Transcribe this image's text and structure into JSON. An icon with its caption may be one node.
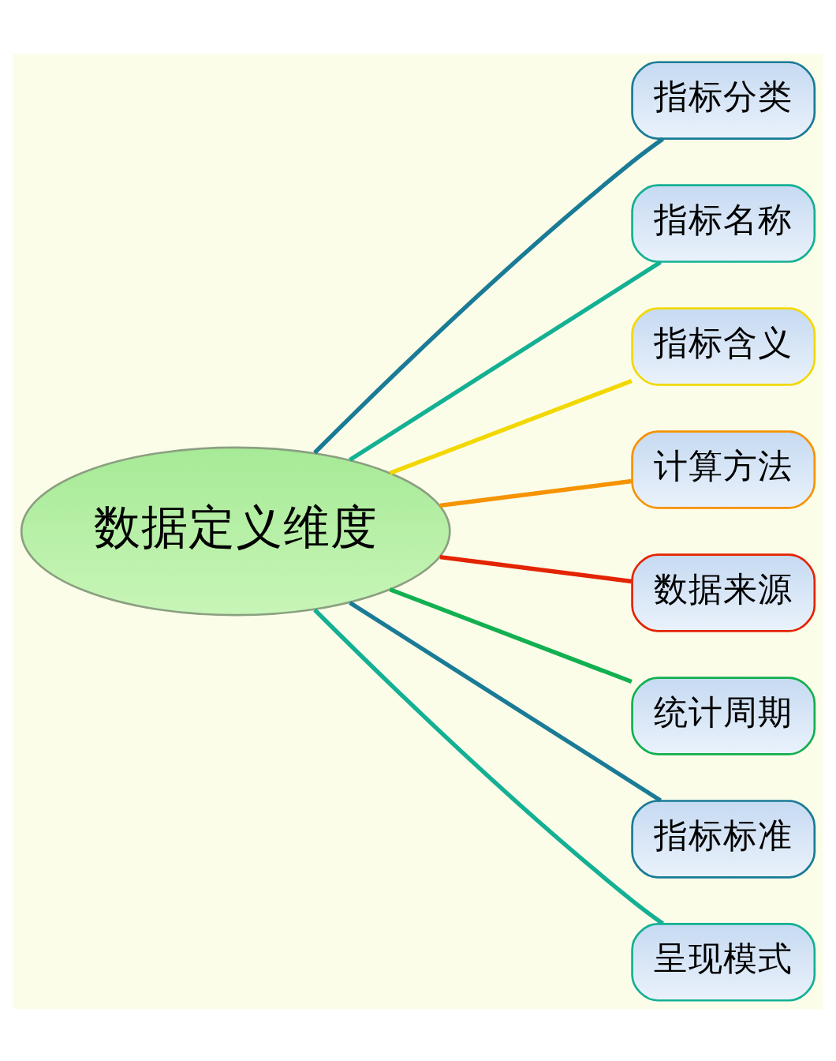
{
  "diagram": {
    "nodes": [
      {
        "text": [
          "数据定义维度"
        ]
      },
      {
        "text": [
          "指标分类"
        ]
      },
      {
        "text": [
          "指标名称"
        ]
      },
      {
        "text": [
          "指标含义"
        ]
      },
      {
        "text": [
          "计算方法"
        ]
      },
      {
        "text": [
          "数据来源"
        ]
      },
      {
        "text": [
          "统计周期"
        ]
      },
      {
        "text": [
          "指标标准"
        ]
      },
      {
        "text": [
          "呈现模式"
        ]
      }
    ],
    "edges": [
      {
        "from": 0,
        "to": 1,
        "arrow": "none",
        "color": "#1a7b96"
      },
      {
        "from": 0,
        "to": 2,
        "arrow": "none",
        "color": "#14b094"
      },
      {
        "from": 0,
        "to": 3,
        "arrow": "none",
        "color": "#f2d800"
      },
      {
        "from": 0,
        "to": 4,
        "arrow": "none",
        "color": "#f59300"
      },
      {
        "from": 0,
        "to": 5,
        "arrow": "none",
        "color": "#e32400"
      },
      {
        "from": 0,
        "to": 6,
        "arrow": "none",
        "color": "#12b050"
      },
      {
        "from": 0,
        "to": 7,
        "arrow": "none",
        "color": "#1a7b96"
      },
      {
        "from": 0,
        "to": 8,
        "arrow": "none",
        "color": "#14b094"
      }
    ]
  }
}
